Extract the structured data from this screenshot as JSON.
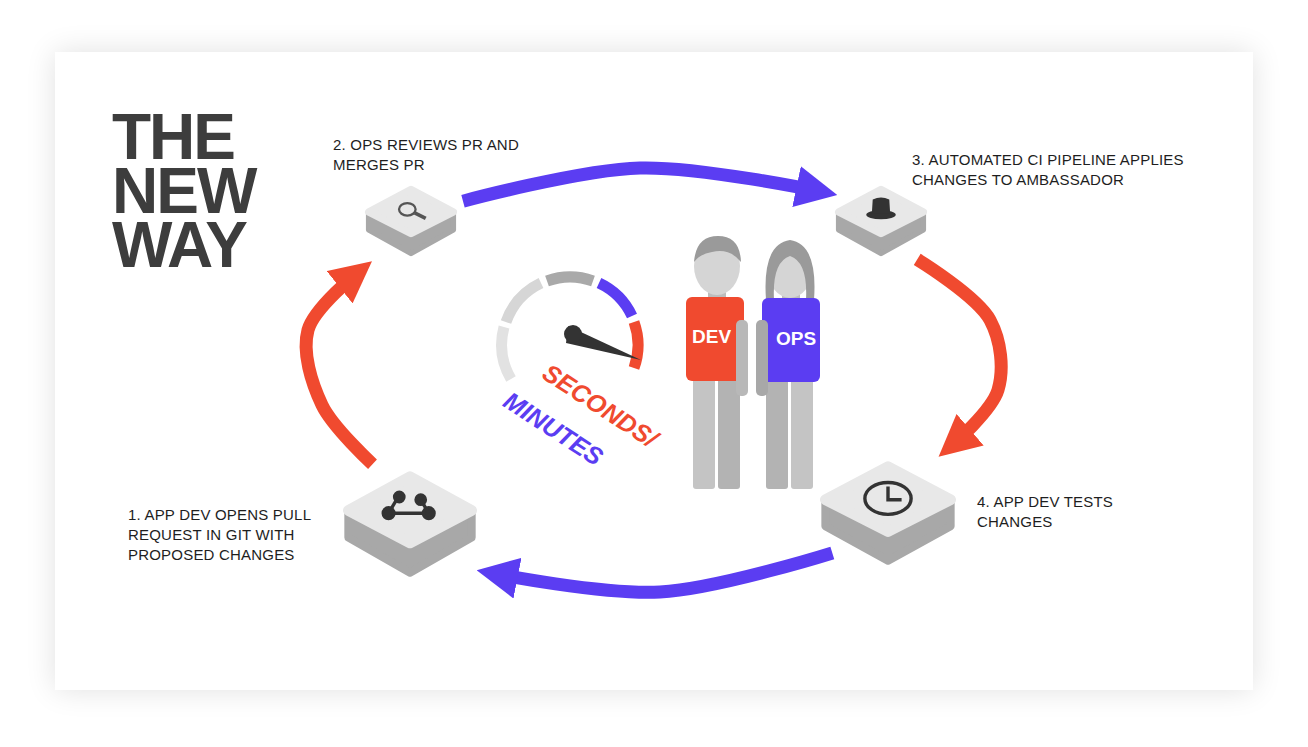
{
  "diagram": {
    "title": "THE NEW WAY",
    "nodes": [
      {
        "text": [
          "1. APP DEV OPENS PULL REQUEST IN GIT WITH PROPOSED CHANGES"
        ]
      },
      {
        "text": [
          "2. OPS REVIEWS PR AND MERGES PR"
        ]
      },
      {
        "text": [
          "3. AUTOMATED CI PIPELINE APPLIES CHANGES TO AMBASSADOR"
        ]
      },
      {
        "text": [
          "4. APP DEV TESTS CHANGES"
        ]
      }
    ],
    "edges": [
      {
        "from": 0,
        "to": 1,
        "arrow": "to"
      },
      {
        "from": 1,
        "to": 2,
        "arrow": "to"
      },
      {
        "from": 2,
        "to": 3,
        "arrow": "to"
      },
      {
        "from": 3,
        "to": 0,
        "arrow": "to"
      }
    ],
    "labels": [
      "SECONDS/",
      "MINUTES",
      "DEV",
      "OPS"
    ]
  }
}
